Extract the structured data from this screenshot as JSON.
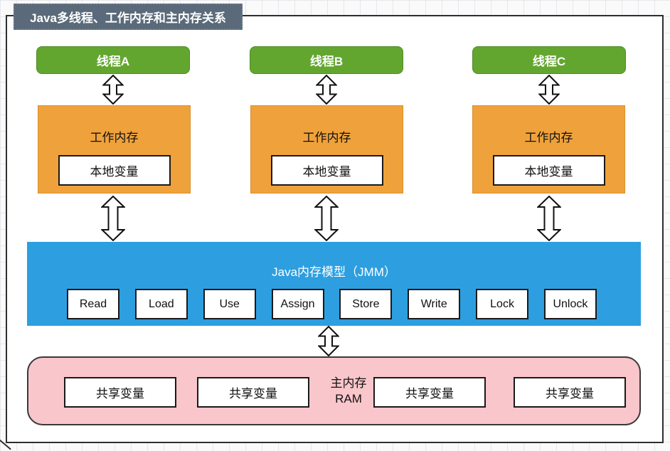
{
  "title": {
    "label": "Java多线程、工作内存和主内存关系"
  },
  "colors": {
    "slate": "#5a6a7a",
    "green": "#63a62f",
    "green-border": "#4f8c26",
    "orange": "#efa23b",
    "orange-border": "#d88f2d",
    "blue": "#2d9fe0",
    "pink": "#f9c6cb",
    "pink-border": "#3a3a3a",
    "frame-border": "#2e2e2e"
  },
  "threads": [
    {
      "label": "线程A"
    },
    {
      "label": "线程B"
    },
    {
      "label": "线程C"
    }
  ],
  "working_memory": {
    "title": "工作内存",
    "local_var": "本地变量"
  },
  "jmm": {
    "title": "Java内存模型（JMM）",
    "operations": [
      "Read",
      "Load",
      "Use",
      "Assign",
      "Store",
      "Write",
      "Lock",
      "Unlock"
    ]
  },
  "main_memory": {
    "name": "主内存",
    "type": "RAM",
    "shared_vars": [
      "共享变量",
      "共享变量",
      "共享变量",
      "共享变量"
    ]
  }
}
